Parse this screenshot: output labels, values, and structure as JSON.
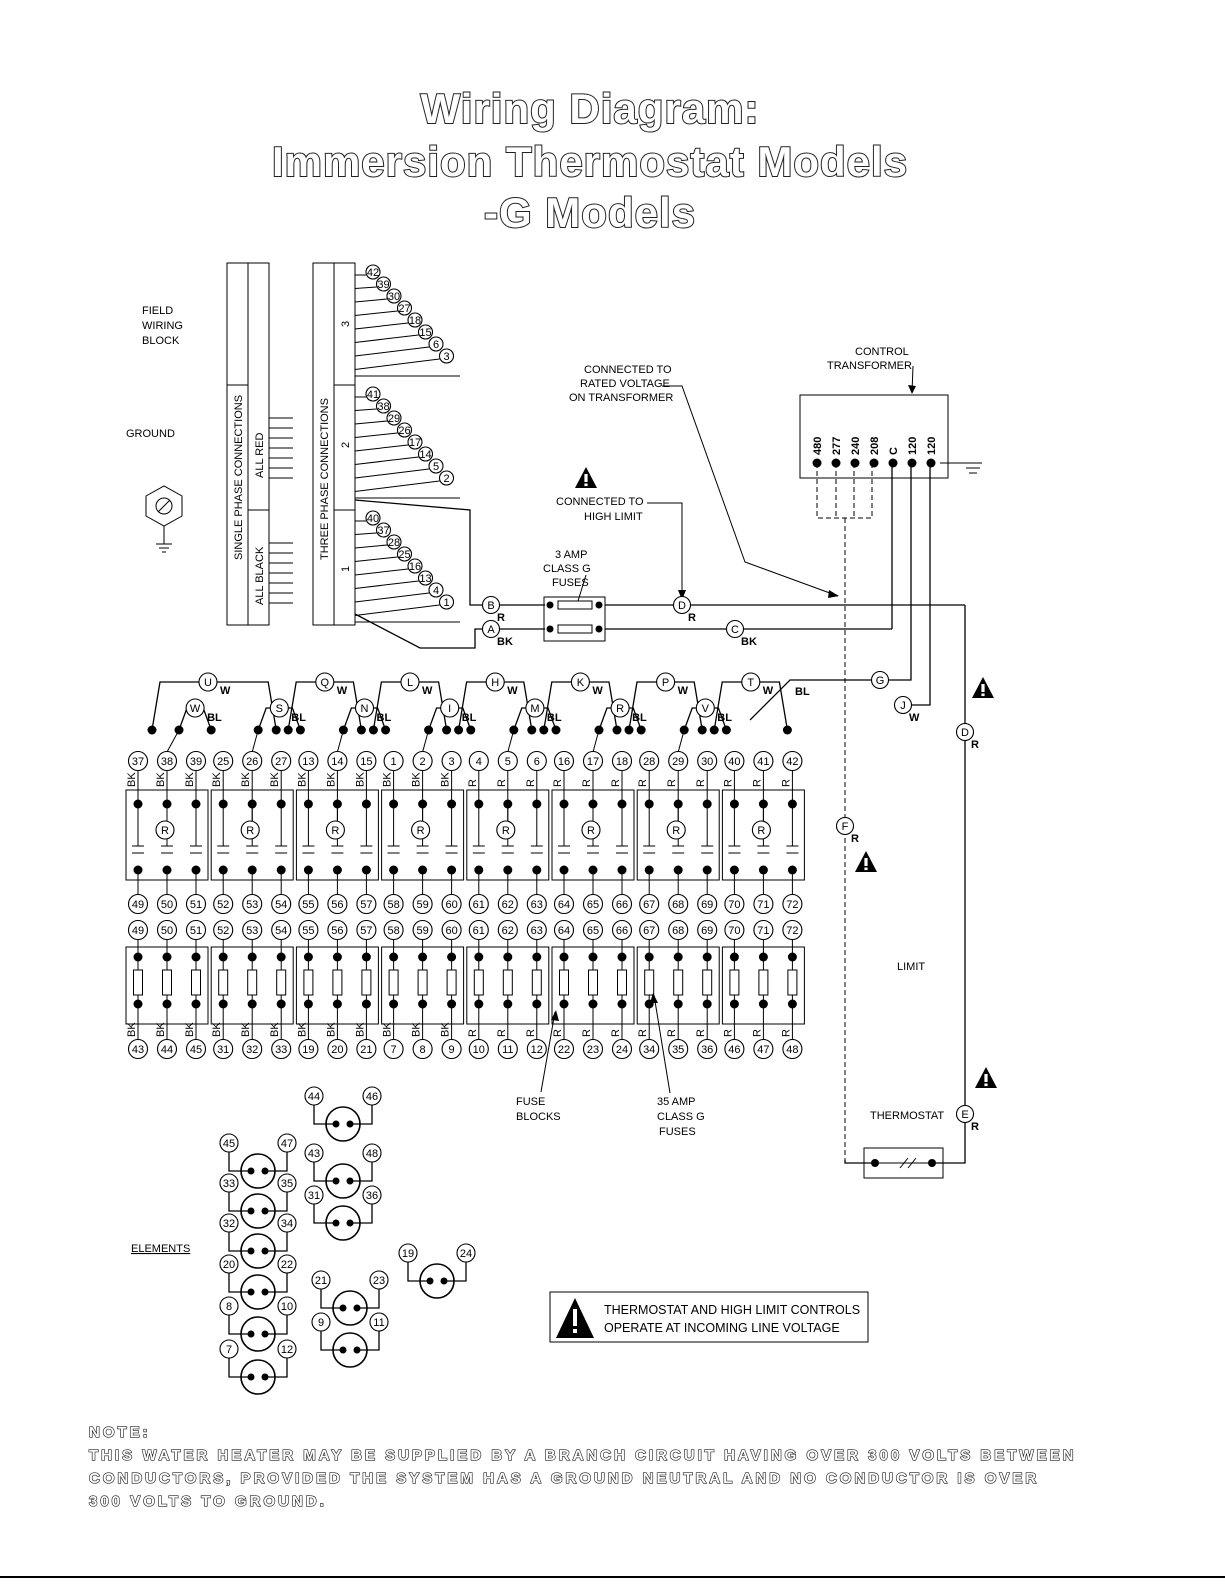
{
  "title": {
    "line1": "Wiring Diagram:",
    "line2": "Immersion Thermostat Models",
    "line3": "-G Models"
  },
  "labels": {
    "field_wiring_block": [
      "FIELD",
      "WIRING",
      "BLOCK"
    ],
    "ground": "GROUND",
    "single_phase": "SINGLE PHASE CONNECTIONS",
    "all_red": "ALL RED",
    "all_black": "ALL BLACK",
    "three_phase": "THREE PHASE CONNECTIONS",
    "phase_numbers": [
      "3",
      "2",
      "1"
    ],
    "connected_rated": [
      "CONNECTED TO",
      "RATED VOLTAGE",
      "ON TRANSFORMER"
    ],
    "connected_high_limit": [
      "CONNECTED TO",
      "HIGH LIMIT"
    ],
    "fuses_3amp": [
      "3 AMP",
      "CLASS G",
      "FUSES"
    ],
    "control_transformer": [
      "CONTROL",
      "TRANSFORMER"
    ],
    "limit": "LIMIT",
    "thermostat": "THERMOSTAT",
    "fuse_blocks": [
      "FUSE",
      "BLOCKS"
    ],
    "fuses_35amp": [
      "35 AMP",
      "CLASS G",
      "FUSES"
    ],
    "elements": "ELEMENTS",
    "warning_box": [
      "THERMOSTAT AND HIGH LIMIT CONTROLS",
      "OPERATE AT INCOMING LINE VOLTAGE"
    ],
    "relay_symbol": "R"
  },
  "transformer_taps": [
    "480",
    "277",
    "240",
    "208",
    "C",
    "120",
    "120"
  ],
  "phase_groups": [
    [
      "42",
      "39",
      "30",
      "27",
      "18",
      "15",
      "6",
      "3"
    ],
    [
      "41",
      "38",
      "29",
      "26",
      "17",
      "14",
      "5",
      "2"
    ],
    [
      "40",
      "37",
      "28",
      "25",
      "16",
      "13",
      "4",
      "1"
    ]
  ],
  "wire_points": [
    {
      "letter": "B",
      "color": "R"
    },
    {
      "letter": "A",
      "color": "BK"
    },
    {
      "letter": "D",
      "color": "R"
    },
    {
      "letter": "C",
      "color": "BK"
    },
    {
      "letter": "D",
      "color": "R"
    },
    {
      "letter": "F",
      "color": "R"
    },
    {
      "letter": "E",
      "color": "R"
    },
    {
      "letter": "G",
      "color": ""
    },
    {
      "letter": "J",
      "color": "W"
    }
  ],
  "jumper_top": [
    {
      "letter": "U",
      "color": "W"
    },
    {
      "letter": "Q",
      "color": "W"
    },
    {
      "letter": "L",
      "color": "W"
    },
    {
      "letter": "H",
      "color": "W"
    },
    {
      "letter": "K",
      "color": "W"
    },
    {
      "letter": "P",
      "color": "W"
    },
    {
      "letter": "T",
      "color": "W"
    }
  ],
  "jumper_bottom": [
    {
      "letter": "W",
      "color": "BL"
    },
    {
      "letter": "S",
      "color": "BL"
    },
    {
      "letter": "N",
      "color": "BL"
    },
    {
      "letter": "I",
      "color": "BL"
    },
    {
      "letter": "M",
      "color": "BL"
    },
    {
      "letter": "R",
      "color": "BL"
    },
    {
      "letter": "V",
      "color": "BL"
    }
  ],
  "bl_label": "BL",
  "contactor_top": [
    "37",
    "38",
    "39",
    "25",
    "26",
    "27",
    "13",
    "14",
    "15",
    "1",
    "2",
    "3",
    "4",
    "5",
    "6",
    "16",
    "17",
    "18",
    "28",
    "29",
    "30",
    "40",
    "41",
    "42"
  ],
  "wire_colors_top": [
    "BK",
    "BK",
    "BK",
    "BK",
    "BK",
    "BK",
    "BK",
    "BK",
    "BK",
    "BK",
    "BK",
    "BK",
    "R",
    "R",
    "R",
    "R",
    "R",
    "R",
    "R",
    "R",
    "R",
    "R",
    "R",
    "R"
  ],
  "contactor_bottom": [
    "49",
    "50",
    "51",
    "52",
    "53",
    "54",
    "55",
    "56",
    "57",
    "58",
    "59",
    "60",
    "61",
    "62",
    "63",
    "64",
    "65",
    "66",
    "67",
    "68",
    "69",
    "70",
    "71",
    "72"
  ],
  "fuse_bottom": [
    "43",
    "44",
    "45",
    "31",
    "32",
    "33",
    "19",
    "20",
    "21",
    "7",
    "8",
    "9",
    "10",
    "11",
    "12",
    "22",
    "23",
    "24",
    "34",
    "35",
    "36",
    "46",
    "47",
    "48"
  ],
  "wire_colors_bottom": [
    "BK",
    "BK",
    "BK",
    "BK",
    "BK",
    "BK",
    "BK",
    "BK",
    "BK",
    "BK",
    "BK",
    "BK",
    "R",
    "R",
    "R",
    "R",
    "R",
    "R",
    "R",
    "R",
    "R",
    "R",
    "R",
    "R"
  ],
  "elements": [
    [
      "45",
      "47"
    ],
    [
      "33",
      "35"
    ],
    [
      "32",
      "34"
    ],
    [
      "20",
      "22"
    ],
    [
      "8",
      "10"
    ],
    [
      "7",
      "12"
    ],
    [
      "44",
      "46"
    ],
    [
      "43",
      "48"
    ],
    [
      "31",
      "36"
    ],
    [
      "19",
      "24"
    ],
    [
      "21",
      "23"
    ],
    [
      "9",
      "11"
    ]
  ],
  "note": {
    "heading": "NOTE:",
    "lines": [
      "THIS WATER HEATER MAY BE SUPPLIED BY A BRANCH CIRCUIT HAVING OVER 300 VOLTS BETWEEN",
      "CONDUCTORS, PROVIDED THE SYSTEM HAS A GROUND NEUTRAL AND NO CONDUCTOR IS OVER",
      "300 VOLTS TO GROUND."
    ]
  }
}
